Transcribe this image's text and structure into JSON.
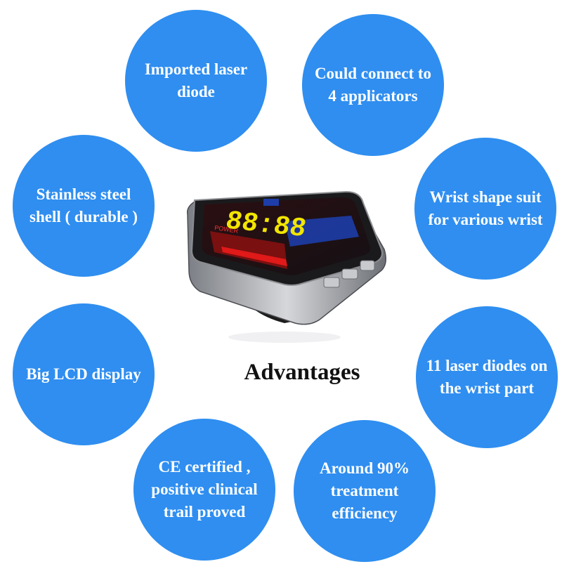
{
  "title": "Advantages",
  "features": [
    {
      "id": "imported",
      "text": "Imported laser\ndiode"
    },
    {
      "id": "connect",
      "text": "Could connect to\n4 applicators"
    },
    {
      "id": "stainless",
      "text": "Stainless steel\nshell ( durable )"
    },
    {
      "id": "wrist",
      "text": "Wrist shape suit\nfor various wrist"
    },
    {
      "id": "lcd",
      "text": "Big LCD display"
    },
    {
      "id": "diodes",
      "text": "11 laser diodes on\nthe wrist part"
    },
    {
      "id": "ce",
      "text": "CE certified ,\npositive clinical\ntrail proved"
    },
    {
      "id": "efficiency",
      "text": "Around 90%\ntreatment\nefficiency"
    }
  ],
  "device": {
    "display_digits": "88:88",
    "power_label": "POWER"
  },
  "colors": {
    "bubble": "#2f8ef0",
    "bubble_text": "#ffffff",
    "title_text": "#111111",
    "lcd_digits": "#f2e600",
    "lcd_panel": "#7a1010"
  }
}
